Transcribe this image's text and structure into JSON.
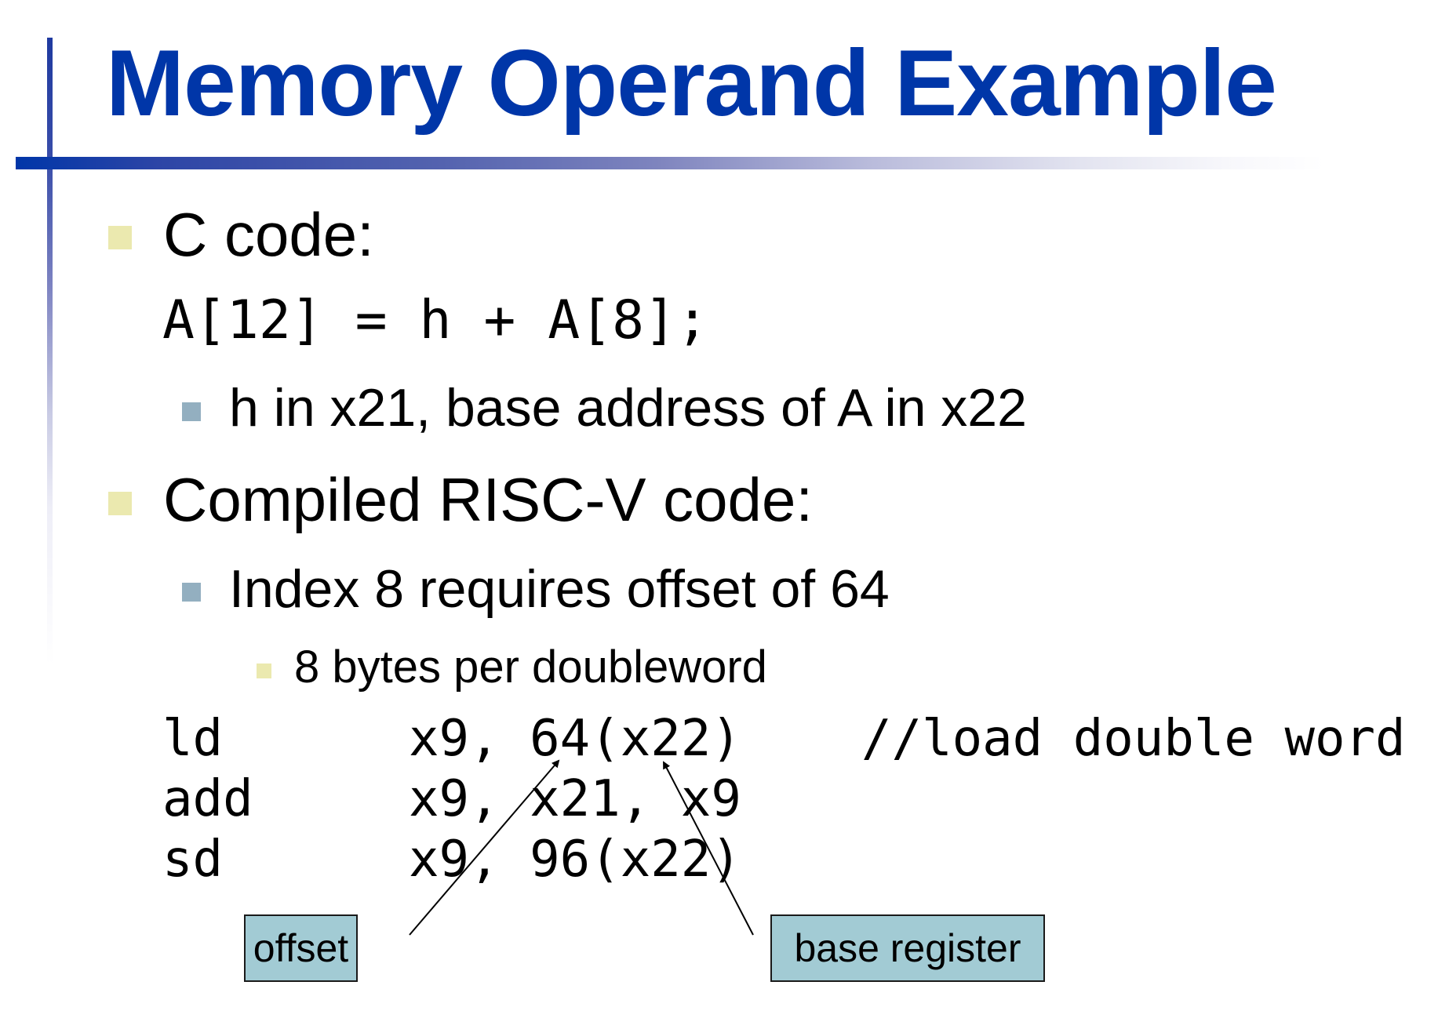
{
  "slide": {
    "title": "Memory Operand Example",
    "colors": {
      "title": "#0036a8",
      "bullet_level1": "#ebe9af",
      "bullet_level2": "#93afc0",
      "callout_fill": "#a2cbd4"
    }
  },
  "content": {
    "c_code_heading": "C code:",
    "c_code_line": "A[12] = h + A[8];",
    "c_code_note": "h in x21, base address of A in x22",
    "riscv_heading": "Compiled RISC-V code:",
    "riscv_note": "Index 8 requires offset of 64",
    "riscv_subnote": "8 bytes per doubleword"
  },
  "assembly": [
    {
      "op": "ld",
      "operands": "x9, 64(x22)",
      "comment": "//load double word"
    },
    {
      "op": "add",
      "operands": "x9, x21, x9",
      "comment": ""
    },
    {
      "op": "sd",
      "operands": "x9, 96(x22)",
      "comment": ""
    }
  ],
  "callouts": {
    "offset": "offset",
    "base_register": "base register"
  }
}
